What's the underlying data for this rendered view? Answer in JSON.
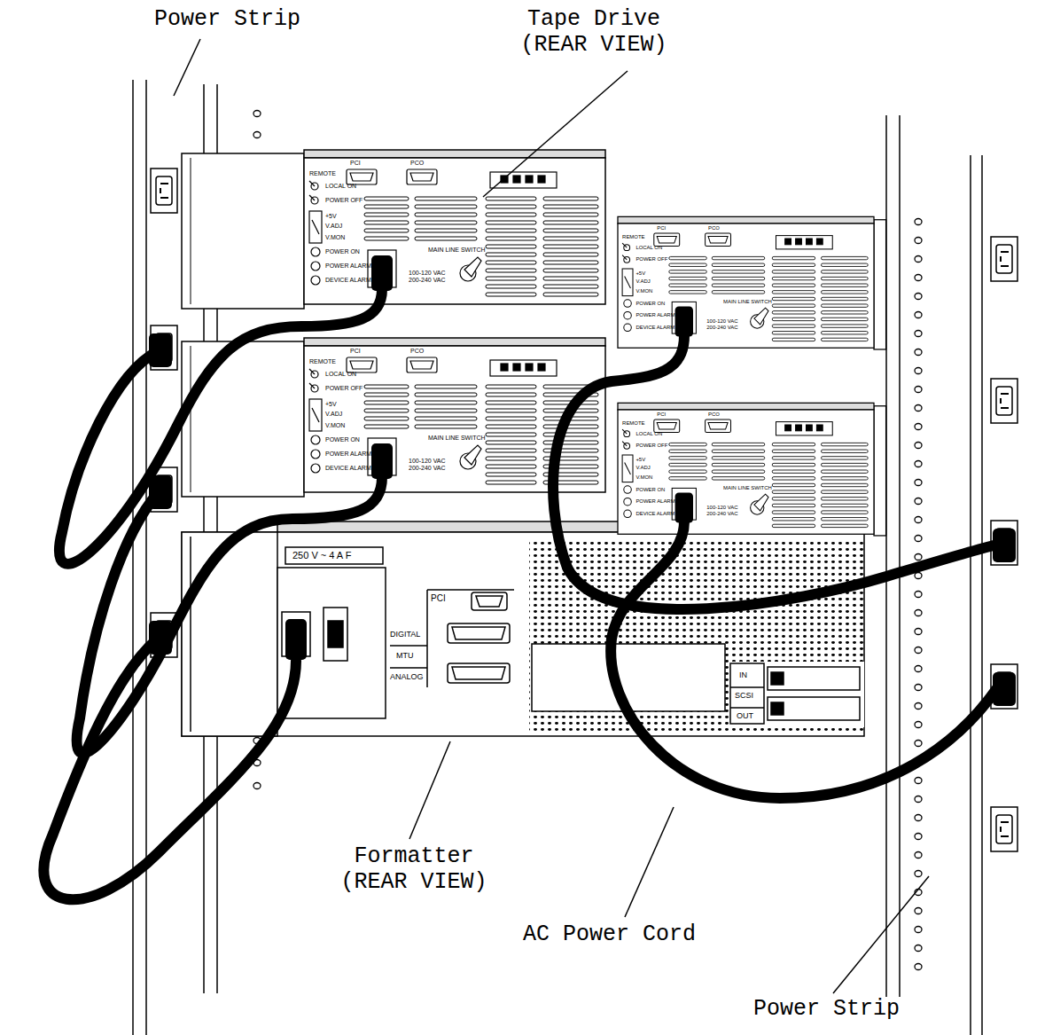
{
  "diagram": {
    "labels": [
      "Power Strip",
      "Tape Drive (REAR VIEW)",
      "Formatter (REAR VIEW)",
      "AC Power Cord",
      "Power Strip",
      "REMOTE",
      "LOCAL ON",
      "POWER OFF",
      "+5V",
      "V.ADJ",
      "V.MON",
      "POWER ON",
      "POWER ALARM",
      "DEVICE ALARM",
      "PCI",
      "PCO",
      "MAIN LINE SWITCH",
      "100-120 VAC 200-240 VAC",
      "REMOTE",
      "LOCAL ON",
      "POWER OFF",
      "+5V",
      "V.ADJ",
      "V.MON",
      "POWER ON",
      "POWER ALARM",
      "DEVICE ALARM",
      "PCI",
      "PCO",
      "MAIN LINE SWITCH",
      "100-120 VAC 200-240 VAC",
      "REMOTE",
      "LOCAL ON",
      "POWER OFF",
      "+5V",
      "V.ADJ",
      "V.MON",
      "POWER ON",
      "POWER ALARM",
      "DEVICE ALARM",
      "PCI",
      "PCO",
      "MAIN LINE SWITCH",
      "100-120 VAC 200-240 VAC",
      "REMOTE",
      "LOCAL ON",
      "POWER OFF",
      "+5V",
      "V.ADJ",
      "V.MON",
      "POWER ON",
      "POWER ALARM",
      "DEVICE ALARM",
      "PCI",
      "PCO",
      "MAIN LINE SWITCH",
      "100-120 VAC 200-240 VAC",
      "250 V ~ 4 A F",
      "PCI",
      "DIGITAL",
      "MTU",
      "ANALOG",
      "IN",
      "SCSI",
      "OUT"
    ]
  }
}
